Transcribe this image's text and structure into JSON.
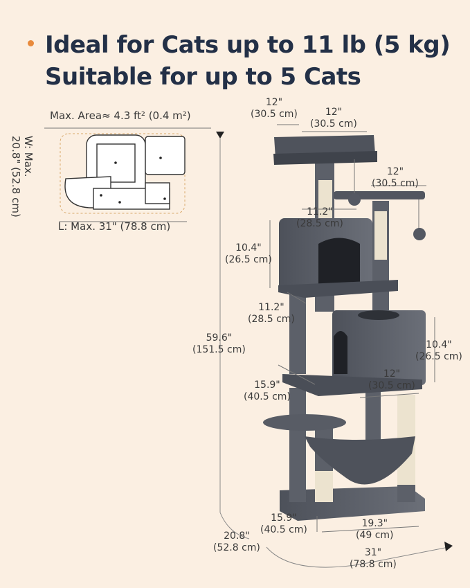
{
  "headline": {
    "line1": "Ideal for Cats up to 11 lb (5 kg)",
    "line2": "Suitable for up to 5 Cats"
  },
  "area": {
    "max_area": "Max. Area≈ 4.3 ft² (0.4 m²)",
    "width_label_1": "W: Max.",
    "width_label_2": "20.8\" (52.8 cm)",
    "length_label": "L: Max. 31\" (78.8 cm)"
  },
  "dimensions": {
    "top_left": [
      "12\"",
      "(30.5 cm)"
    ],
    "top_right": [
      "12\"",
      "(30.5 cm)"
    ],
    "side_platform": [
      "12\"",
      "(30.5 cm)"
    ],
    "condo_upper_width": [
      "11.2\"",
      "(28.5 cm)"
    ],
    "condo_upper_height": [
      "10.4\"",
      "(26.5 cm)"
    ],
    "condo_upper_depth": [
      "11.2\"",
      "(28.5 cm)"
    ],
    "total_height": [
      "59.6\"",
      "(151.5 cm)"
    ],
    "condo_lower_height": [
      "10.4\"",
      "(26.5 cm)"
    ],
    "lower_platform_left": [
      "15.9\"",
      "(40.5 cm)"
    ],
    "lower_platform_right": [
      "12\"",
      "(30.5 cm)"
    ],
    "base_depth": [
      "15.9\"",
      "(40.5 cm)"
    ],
    "base_width": [
      "19.3\"",
      "(49 cm)"
    ],
    "footprint_depth": [
      "20.8\"",
      "(52.8 cm)"
    ],
    "footprint_width": [
      "31\"",
      "(78.8 cm)"
    ]
  },
  "colors": {
    "background": "#fbefe2",
    "accent": "#e88a3c",
    "headline": "#233047",
    "plush": "#5c6069",
    "sisal": "#ece3cf"
  }
}
